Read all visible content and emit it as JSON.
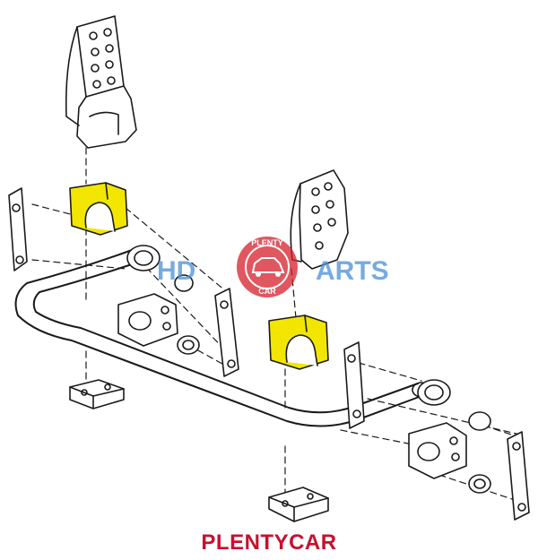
{
  "diagram": {
    "caption": "PLENTYCAR",
    "watermark": {
      "left_text": "HD",
      "right_text": "ARTS",
      "badge_top_text": "PLENTY",
      "badge_bottom_text": "CAR"
    }
  },
  "colors": {
    "line": "#1a1a1a",
    "bushing_fill": "#f2e600",
    "caption": "#c8102e",
    "watermark_blue": "#4a8fd6",
    "watermark_red": "#d6202a"
  }
}
